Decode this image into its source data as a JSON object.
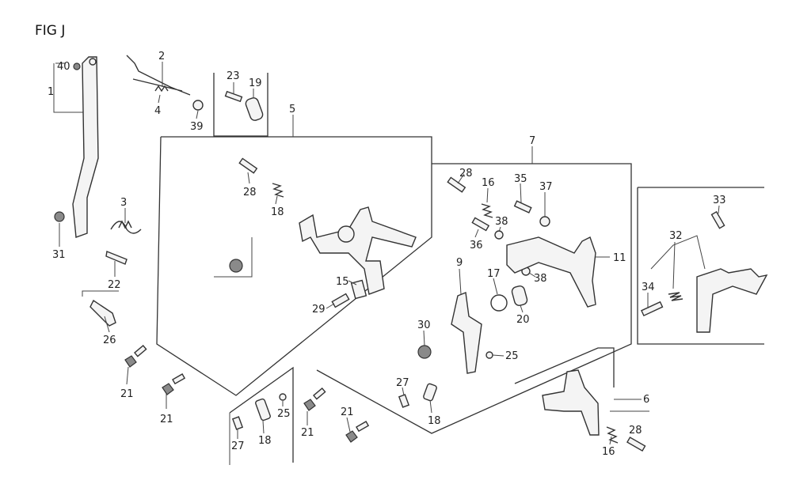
{
  "figure_title": "FIG J",
  "callouts": [
    "40",
    "1",
    "2",
    "4",
    "39",
    "23",
    "19",
    "5",
    "3",
    "31",
    "22",
    "26",
    "21",
    "21",
    "28",
    "18",
    "15",
    "29",
    "7",
    "28",
    "16",
    "35",
    "37",
    "36",
    "38",
    "38",
    "11",
    "9",
    "17",
    "20",
    "30",
    "25",
    "27",
    "18",
    "6",
    "16",
    "28",
    "33",
    "32",
    "34",
    "27",
    "18",
    "25",
    "21",
    "21"
  ]
}
